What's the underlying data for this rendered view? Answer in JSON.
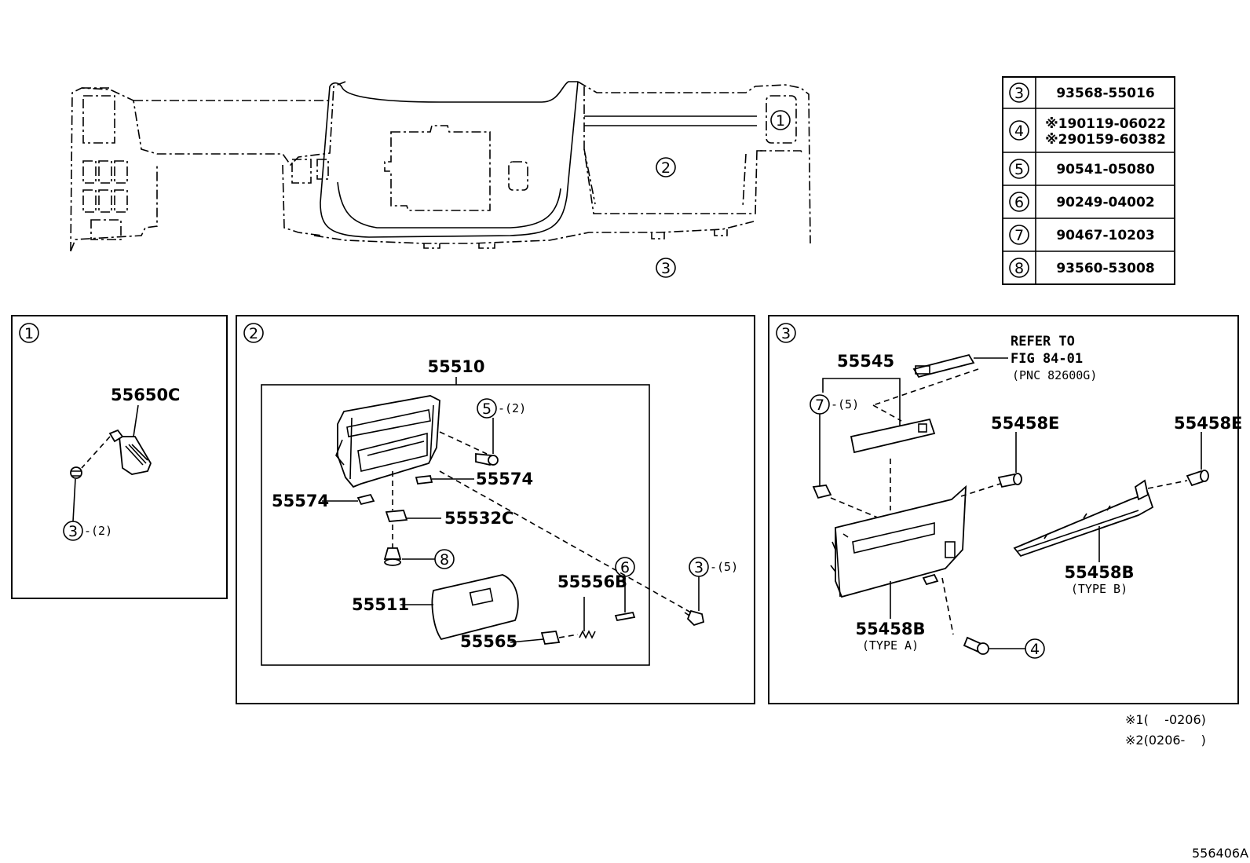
{
  "callouts": {
    "c1": "1",
    "c2": "2",
    "c3": "3",
    "c4": "4",
    "c5": "5",
    "c6": "6",
    "c7": "7",
    "c8": "8"
  },
  "table": [
    {
      "key": "3",
      "value": "93568-55016"
    },
    {
      "key": "4",
      "value": "※190119-06022",
      "value2": "※290159-60382"
    },
    {
      "key": "5",
      "value": "90541-05080"
    },
    {
      "key": "6",
      "value": "90249-04002"
    },
    {
      "key": "7",
      "value": "90467-10203"
    },
    {
      "key": "8",
      "value": "93560-53008"
    }
  ],
  "panel1": {
    "index": "1",
    "part_55650C": "55650C",
    "qty_3": "-(2)"
  },
  "panel2": {
    "index": "2",
    "part_55510": "55510",
    "part_55574_a": "55574",
    "part_55574_b": "55574",
    "part_55532C": "55532C",
    "part_55511": "55511",
    "part_55556B": "55556B",
    "part_55565": "55565",
    "qty_5": "-(2)",
    "qty_3": "-(5)"
  },
  "panel3": {
    "index": "3",
    "refer_line1": "REFER TO",
    "refer_line2": "FIG 84-01",
    "refer_line3": "(PNC 82600G)",
    "part_55545": "55545",
    "qty_7": "-(5)",
    "part_55458E_a": "55458E",
    "part_55458E_b": "55458E",
    "part_55458B_a": "55458B",
    "type_a": "(TYPE A)",
    "part_55458B_b": "55458B",
    "type_b": "(TYPE B)"
  },
  "notes": {
    "note1": "※1(    -0206)",
    "note2": "※2(0206-    )"
  },
  "figure_id": "556406A"
}
